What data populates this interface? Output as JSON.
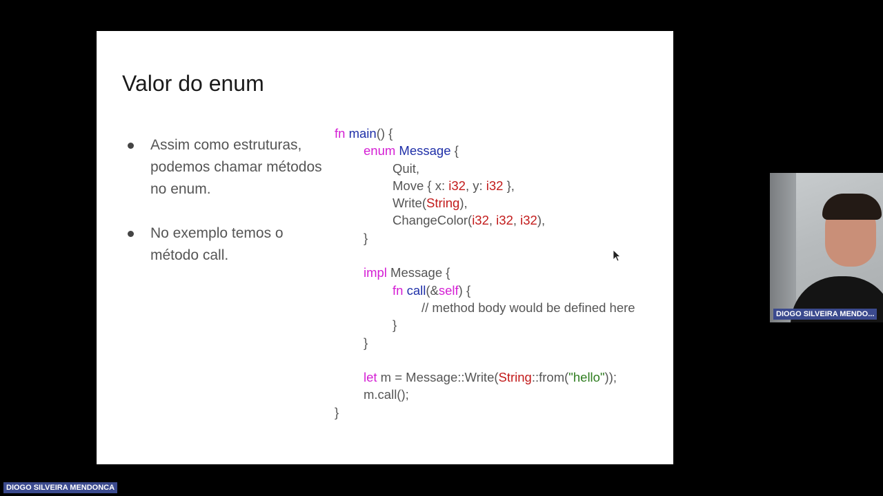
{
  "slide": {
    "title": "Valor do enum",
    "bullets": [
      "Assim como estruturas, podemos chamar métodos no enum.",
      "No exemplo temos o método call."
    ]
  },
  "code": {
    "l1_fn": "fn",
    "l1_main": "main",
    "l1_rest": "() {",
    "l2_enum": "enum",
    "l2_name": "Message",
    "l2_rest": " {",
    "l3": "Quit,",
    "l4_a": "Move { x: ",
    "l4_t1": "i32",
    "l4_b": ", y: ",
    "l4_t2": "i32",
    "l4_c": " },",
    "l5_a": "Write(",
    "l5_t": "String",
    "l5_b": "),",
    "l6_a": "ChangeColor(",
    "l6_t1": "i32",
    "l6_sep1": ", ",
    "l6_t2": "i32",
    "l6_sep2": ", ",
    "l6_t3": "i32",
    "l6_b": "),",
    "l7": "}",
    "l9_impl": "impl",
    "l9_rest": " Message {",
    "l10_fn": "fn",
    "l10_call": "call",
    "l10_a": "(&",
    "l10_self": "self",
    "l10_b": ") {",
    "l11": "// method body would be defined here",
    "l12": "}",
    "l13": "}",
    "l15_let": "let",
    "l15_a": " m = Message::Write(",
    "l15_t": "String",
    "l15_b": "::from(",
    "l15_str": "\"hello\"",
    "l15_c": "));",
    "l16": "m.call();",
    "l17": "}"
  },
  "video": {
    "participant_label": "DIOGO SILVEIRA MENDO...",
    "presenter_label": "DIOGO SILVEIRA MENDONCA"
  },
  "icons": {
    "cursor": "mouse-pointer-icon",
    "bullet": "bullet-dot-icon"
  },
  "colors": {
    "keyword": "#d41ed4",
    "function": "#1f2fa8",
    "type": "#c21a1a",
    "string": "#2e7d1f",
    "name_tag": "#3b4a8e"
  }
}
